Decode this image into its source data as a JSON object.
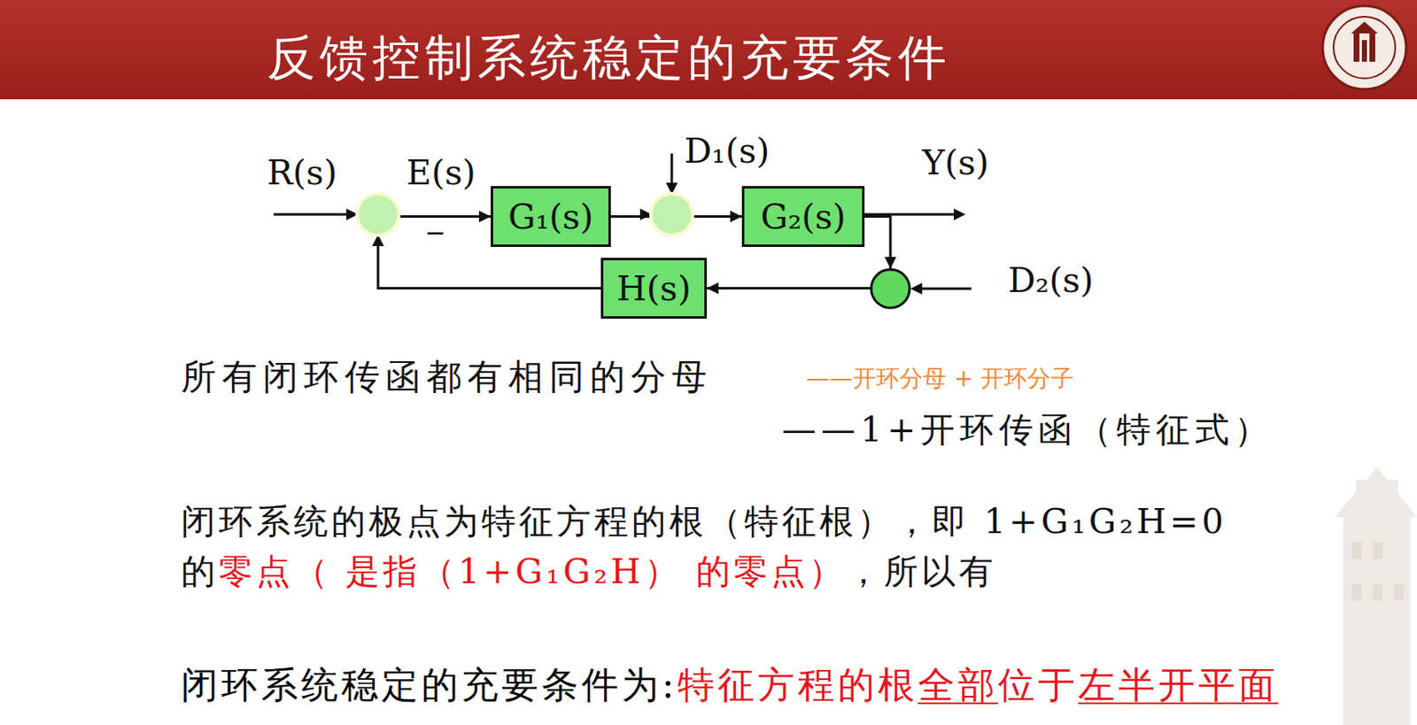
{
  "diagram": {
    "title": "反馈控制系统稳定的充要条件",
    "nodes": [
      {
        "text": [
          "G₁(s)"
        ]
      },
      {
        "text": [
          "G₂(s)"
        ]
      },
      {
        "text": [
          "H(s)"
        ]
      }
    ],
    "edges": [
      {
        "from": 0,
        "to": 1,
        "arrow": "to"
      },
      {
        "from": 1,
        "to": 2,
        "arrow": "to"
      },
      {
        "from": 2,
        "to": 0,
        "arrow": "to"
      }
    ],
    "labels": [
      "R(s)",
      "E(s)",
      "−",
      "D₁(s)",
      "Y(s)",
      "D₂(s)",
      "所有闭环传函都有相同的分母",
      "——开环分母 + 开环分子",
      "——1+开环传函（特征式）",
      "闭环系统的极点为特征方程的根（特征根），即 1+G₁G₂H=0",
      "的",
      "零点（ 是指（1+G₁G₂H） 的零点）",
      "，所以有",
      "闭环系统稳定的充要条件为:",
      "特征方程的根",
      "全部",
      "位于",
      "左半开平面"
    ]
  }
}
